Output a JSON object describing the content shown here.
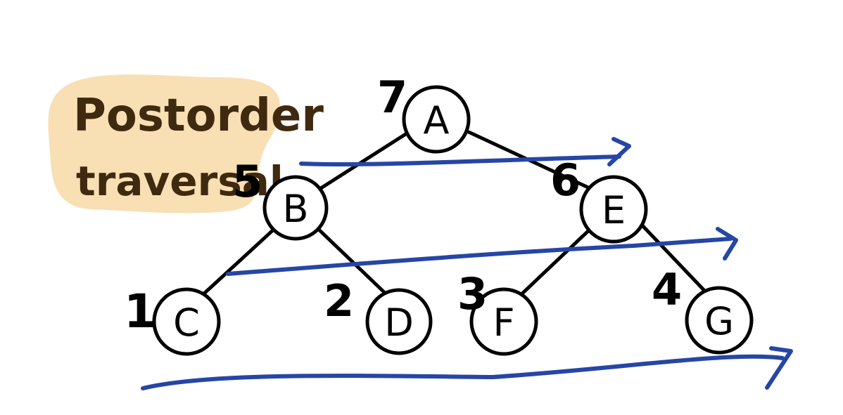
{
  "title": {
    "line1": "Postorder",
    "line2": "traversal",
    "highlight_color": "#f8dfb4",
    "text_color": "#3f2a10"
  },
  "diagram": {
    "type": "binary-tree",
    "nodes": [
      {
        "id": "A",
        "label": "A",
        "order": "7"
      },
      {
        "id": "B",
        "label": "B",
        "order": "5"
      },
      {
        "id": "E",
        "label": "E",
        "order": "6"
      },
      {
        "id": "C",
        "label": "C",
        "order": "1"
      },
      {
        "id": "D",
        "label": "D",
        "order": "2"
      },
      {
        "id": "F",
        "label": "F",
        "order": "3"
      },
      {
        "id": "G",
        "label": "G",
        "order": "4"
      }
    ],
    "edges": [
      [
        "A",
        "B"
      ],
      [
        "A",
        "E"
      ],
      [
        "B",
        "C"
      ],
      [
        "B",
        "D"
      ],
      [
        "E",
        "F"
      ],
      [
        "E",
        "G"
      ]
    ],
    "arrow_color": "#2646a6"
  }
}
